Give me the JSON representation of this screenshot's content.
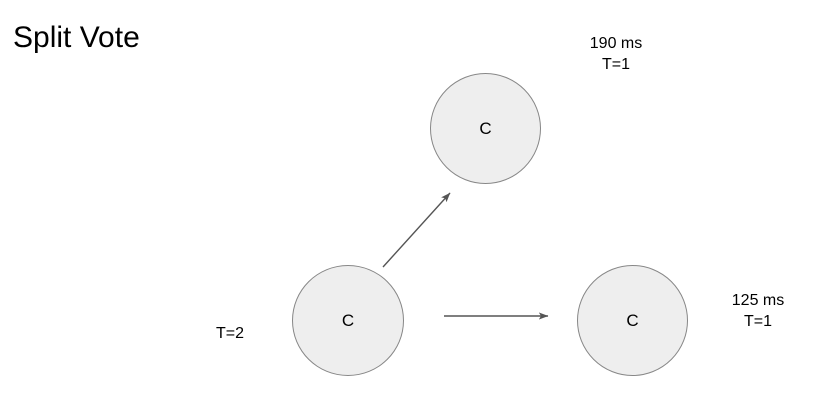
{
  "diagram": {
    "title": "Split Vote",
    "background_color": "#ffffff",
    "node_fill": "#eeeeee",
    "node_stroke": "#878787",
    "edge_color": "#555555",
    "nodes": [
      {
        "id": "candidate-top",
        "label": "C",
        "annotation_lines": [
          "190 ms",
          "T=1"
        ]
      },
      {
        "id": "candidate-source",
        "label": "C",
        "annotation_lines": [
          "T=2"
        ]
      },
      {
        "id": "candidate-right",
        "label": "C",
        "annotation_lines": [
          "125 ms",
          "T=1"
        ]
      }
    ],
    "edges": [
      {
        "id": "edge-source-to-top",
        "from": "candidate-source",
        "to": "candidate-top"
      },
      {
        "id": "edge-source-to-right",
        "from": "candidate-source",
        "to": "candidate-right"
      }
    ],
    "annotations": {
      "top_right": {
        "time": "190 ms",
        "term": "T=1"
      },
      "bottom_right": {
        "time": "125 ms",
        "term": "T=1"
      },
      "source": {
        "term": "T=2"
      }
    }
  }
}
